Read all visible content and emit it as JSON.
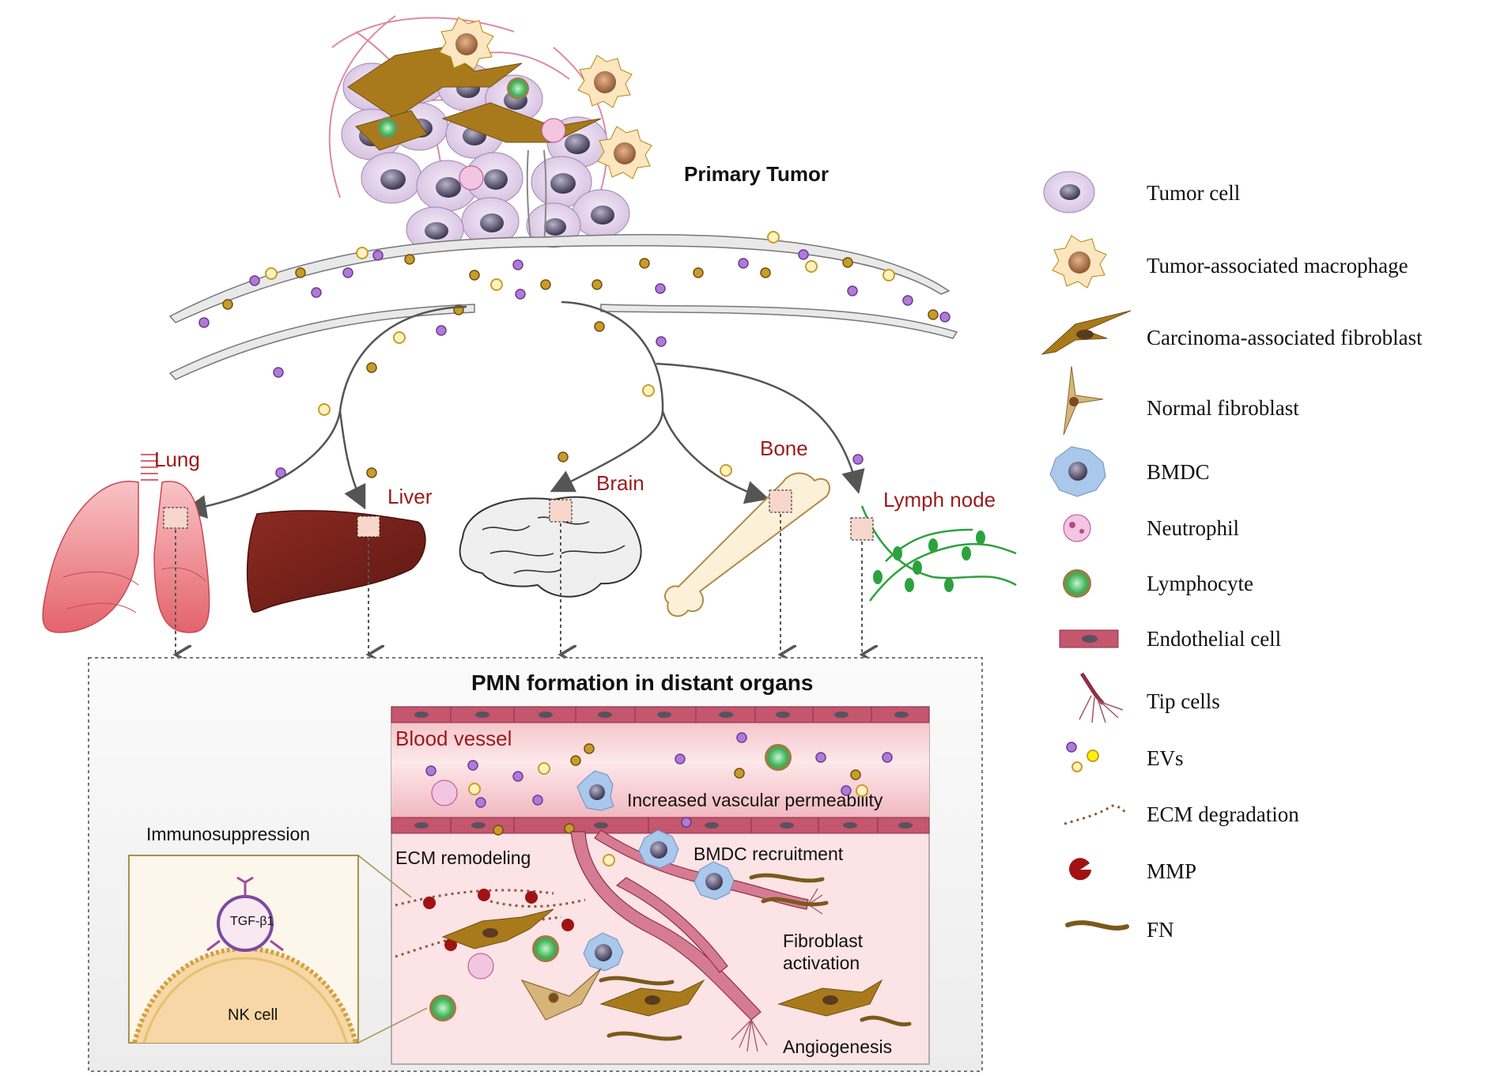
{
  "title": "Primary Tumor",
  "organs": {
    "lung": "Lung",
    "liver": "Liver",
    "brain": "Brain",
    "bone": "Bone",
    "lymph": "Lymph node"
  },
  "pmn": {
    "title": "PMN formation in distant organs",
    "blood_vessel": "Blood vessel",
    "permeability": "Increased vascular permeability",
    "bmdc_recruitment": "BMDC recruitment",
    "ecm_remodeling": "ECM remodeling",
    "fibroblast_activation_1": "Fibroblast",
    "fibroblast_activation_2": "activation",
    "angiogenesis": "Angiogenesis",
    "immunosuppression": "Immunosuppression",
    "tgf": "TGF-β1",
    "nk_cell": "NK cell"
  },
  "legend": [
    {
      "icon": "tumor-cell-icon",
      "label": "Tumor cell"
    },
    {
      "icon": "macrophage-icon",
      "label": "Tumor-associated macrophage"
    },
    {
      "icon": "caf-icon",
      "label": "Carcinoma-associated fibroblast"
    },
    {
      "icon": "normal-fibroblast-icon",
      "label": "Normal fibroblast"
    },
    {
      "icon": "bmdc-icon",
      "label": "BMDC"
    },
    {
      "icon": "neutrophil-icon",
      "label": "Neutrophil"
    },
    {
      "icon": "lymphocyte-icon",
      "label": "Lymphocyte"
    },
    {
      "icon": "endothelial-cell-icon",
      "label": "Endothelial cell"
    },
    {
      "icon": "tip-cell-icon",
      "label": "Tip cells"
    },
    {
      "icon": "ev-icon",
      "label": "EVs"
    },
    {
      "icon": "ecm-degradation-icon",
      "label": "ECM degradation"
    },
    {
      "icon": "mmp-icon",
      "label": "MMP"
    },
    {
      "icon": "fn-icon",
      "label": "FN"
    }
  ],
  "colors": {
    "organ_label": "#9b1b1b",
    "tumor_cell": "#e6d6ee",
    "vessel": "#f5c9cf",
    "endothelial": "#c4566e",
    "caf": "#a97a1c",
    "ev_purple": "#7a4aa0",
    "ev_gold": "#b8860b"
  }
}
